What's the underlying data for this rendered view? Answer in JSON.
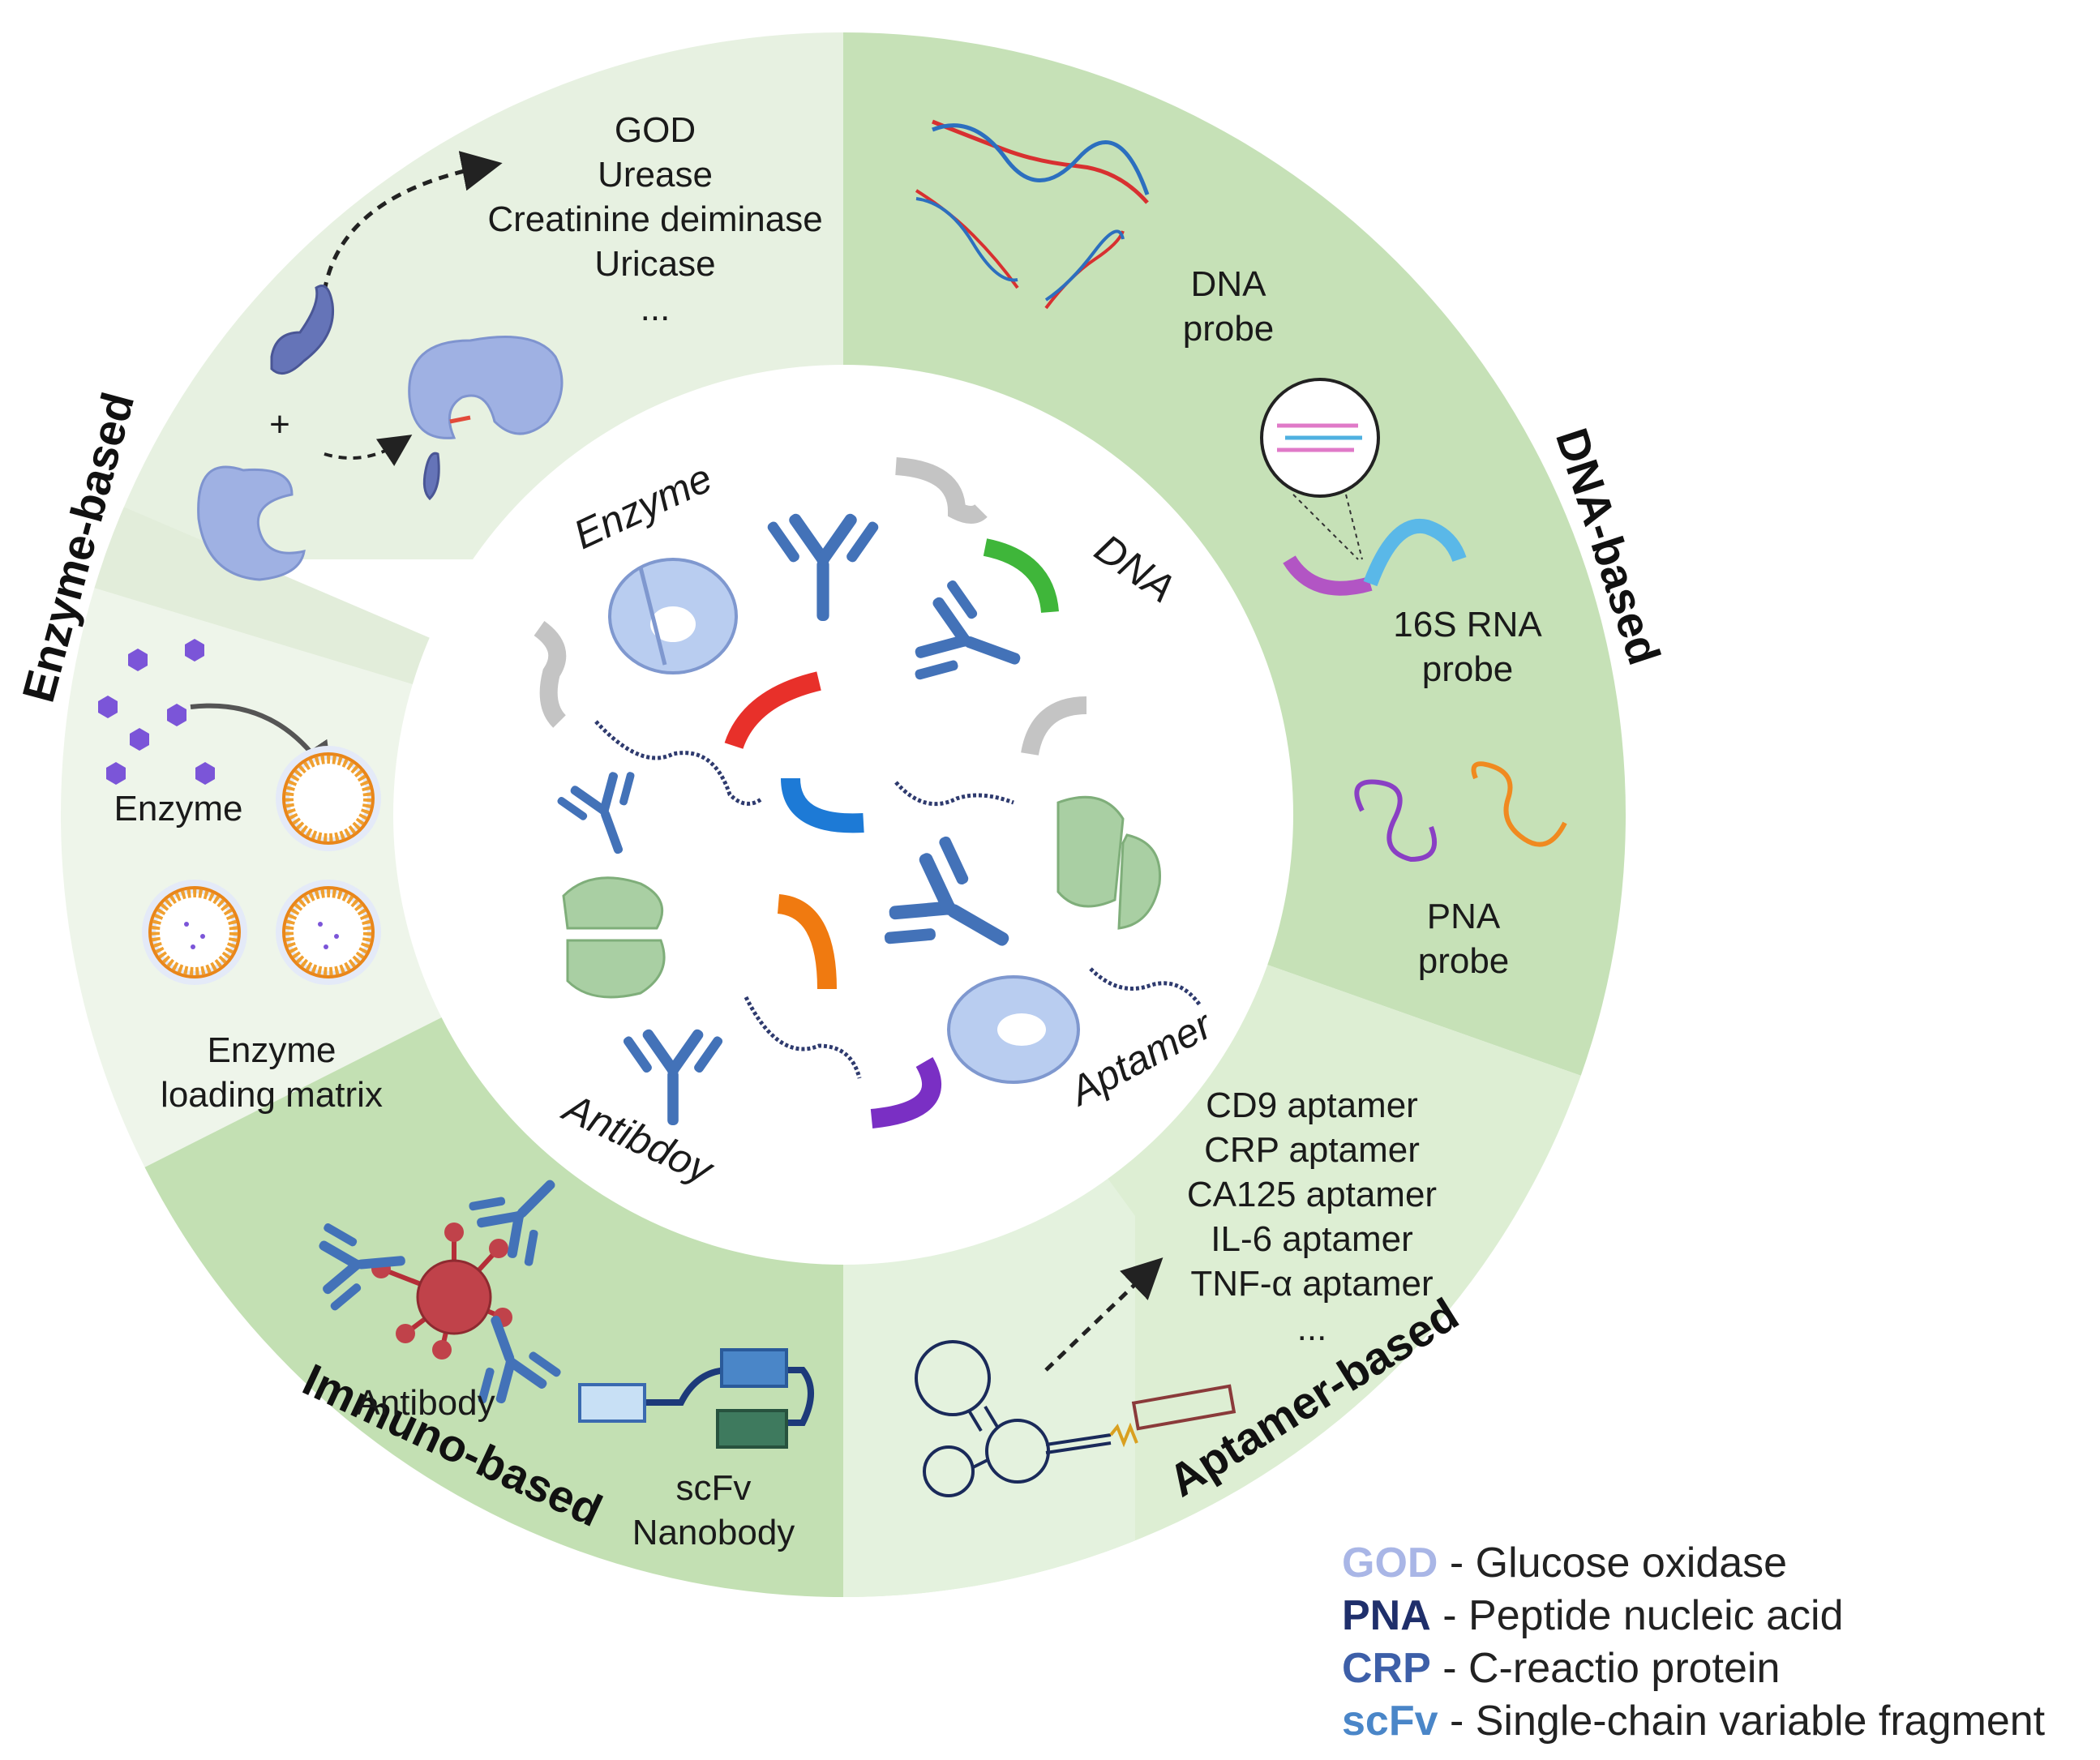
{
  "center_labels": {
    "enzyme": "Enzyme",
    "dna": "DNA",
    "aptamer": "Aptamer",
    "antibody": "Antibdoy"
  },
  "categories": {
    "enzyme_based": "Enzyme-based",
    "dna_based": "DNA-based",
    "aptamer_based": "Aptamer-based",
    "immuno_based": "Immuno-based"
  },
  "enzyme_section": {
    "enzyme_list": [
      "GOD",
      "Urease",
      "Creatinine deiminase",
      "Uricase",
      "..."
    ],
    "plus_sign": "+",
    "enzyme_label": "Enzyme",
    "matrix_label": [
      "Enzyme",
      "loading matrix"
    ]
  },
  "dna_section": {
    "dna_probe": [
      "DNA",
      "probe"
    ],
    "rna_probe": [
      "16S RNA",
      "probe"
    ],
    "pna_probe": [
      "PNA",
      "probe"
    ]
  },
  "aptamer_section": {
    "aptamer_list": [
      "CD9 aptamer",
      "CRP aptamer",
      "CA125 aptamer",
      "IL-6 aptamer",
      "TNF-α aptamer",
      "..."
    ]
  },
  "immuno_section": {
    "antibody_label": "Antibody",
    "fragment_label": [
      "scFv",
      "Nanobody"
    ]
  },
  "legend": [
    {
      "abbr": "GOD",
      "def": " - Glucose oxidase",
      "color": "#a9b6e6"
    },
    {
      "abbr": "PNA",
      "def": " - Peptide nucleic acid",
      "color": "#1f2f6b"
    },
    {
      "abbr": "CRP",
      "def": " - C-reactio protein",
      "color": "#3d5fa8"
    },
    {
      "abbr": "scFv",
      "def": " - Single-chain variable fragment",
      "color": "#4a86c8"
    }
  ],
  "colors": {
    "ring_light": "#e7f1e1",
    "ring_medium": "#d5e9cc",
    "ring_dark": "#c3e0b3",
    "antibody_blue": "#4372b8",
    "enzyme_blue": "#8fa4d8",
    "protein_green": "#a9cfa3"
  }
}
